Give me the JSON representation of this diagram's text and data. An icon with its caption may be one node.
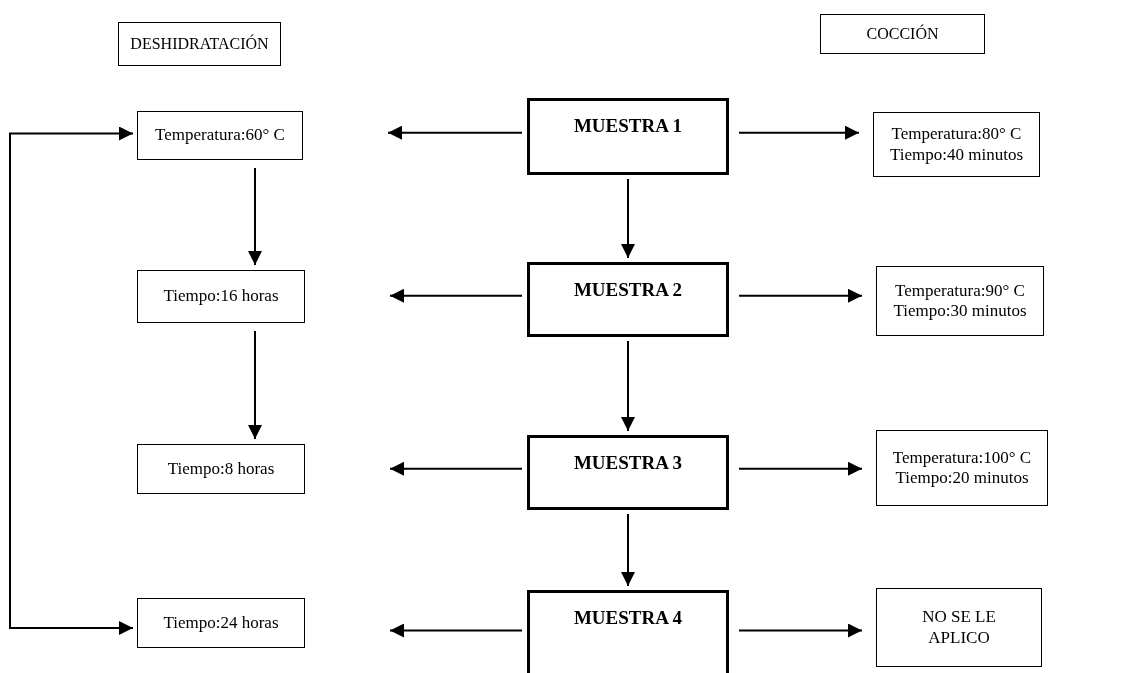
{
  "diagram": {
    "nodes": [
      {
        "text": [
          "DESHIDRATACIÓN"
        ]
      },
      {
        "text": [
          "COCCIÓN"
        ]
      },
      {
        "text": [
          "Temperatura:60° C"
        ]
      },
      {
        "text": [
          "MUESTRA 1"
        ]
      },
      {
        "text": [
          "Temperatura:80° C Tiempo:40 minutos"
        ]
      },
      {
        "text": [
          "Tiempo:16 horas"
        ]
      },
      {
        "text": [
          "MUESTRA 2"
        ]
      },
      {
        "text": [
          "Temperatura:90° C Tiempo:30 minutos"
        ]
      },
      {
        "text": [
          "Tiempo:8 horas"
        ]
      },
      {
        "text": [
          "MUESTRA 3"
        ]
      },
      {
        "text": [
          "Temperatura:100° C Tiempo:20 minutos"
        ]
      },
      {
        "text": [
          "Tiempo:24 horas"
        ]
      },
      {
        "text": [
          "MUESTRA 4"
        ]
      },
      {
        "text": [
          "NO SE LE APLICO"
        ]
      }
    ],
    "edges": [
      {
        "from": 3,
        "to": 2,
        "arrow": "to"
      },
      {
        "from": 3,
        "to": 4,
        "arrow": "to"
      },
      {
        "from": 6,
        "to": 5,
        "arrow": "to"
      },
      {
        "from": 6,
        "to": 7,
        "arrow": "to"
      },
      {
        "from": 9,
        "to": 8,
        "arrow": "to"
      },
      {
        "from": 9,
        "to": 10,
        "arrow": "to"
      },
      {
        "from": 12,
        "to": 11,
        "arrow": "to"
      },
      {
        "from": 12,
        "to": 13,
        "arrow": "to"
      },
      {
        "from": 3,
        "to": 6,
        "arrow": "to"
      },
      {
        "from": 6,
        "to": 9,
        "arrow": "to"
      },
      {
        "from": 9,
        "to": 12,
        "arrow": "to"
      },
      {
        "from": 2,
        "to": 5,
        "arrow": "to"
      },
      {
        "from": 5,
        "to": 8,
        "arrow": "to"
      },
      {
        "from": 11,
        "to": 2,
        "arrow": "both"
      }
    ]
  }
}
